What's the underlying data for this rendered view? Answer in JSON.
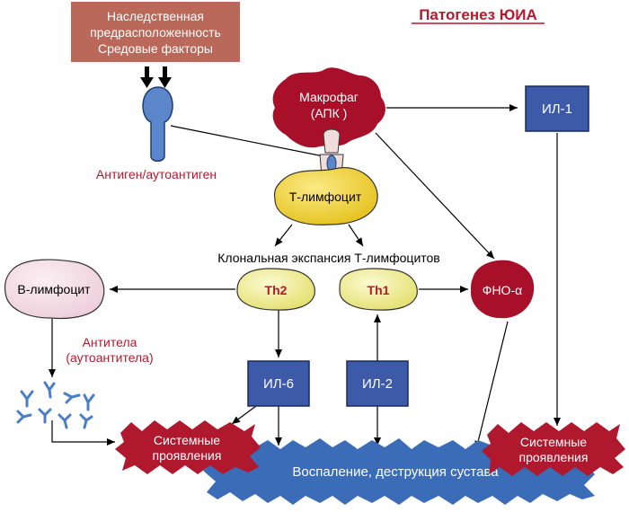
{
  "title": "Патогенез ЮИА",
  "factors": [
    "Наследственная",
    "предрасположенность",
    "Средовые факторы"
  ],
  "antigen_label": "Антиген/аутоантиген",
  "macrophage": [
    "Макрофаг",
    "(АПК )"
  ],
  "il1": "ИЛ-1",
  "t_lymphocyte": "Т-лимфоцит",
  "clonal_expansion": "Клональная экспансия Т-лимфоцитов",
  "b_lymphocyte": "В-лимфоцит",
  "th2": "Th2",
  "th1": "Th1",
  "tnf": "ФНО-α",
  "antibodies": [
    "Антитела",
    "(аутоантитела)"
  ],
  "il6": "ИЛ-6",
  "il2": "ИЛ-2",
  "systemic_left": [
    "Системные",
    "проявления"
  ],
  "systemic_right": [
    "Системные",
    "проявления"
  ],
  "inflammation": "Воспаление, деструкция сустава",
  "colors": {
    "title_red": "#b5192e",
    "factor_box": "#b9685a",
    "macrophage": "#a8102a",
    "cytokine_box": "#3d5aa8",
    "t_cell": "#f2d43a",
    "th_cell": "#f0ee8f",
    "b_cell": "#f3dbe3",
    "antigen": "#5b86c9",
    "inflammation": "#3a6cb8",
    "systemic": "#b0182e"
  }
}
